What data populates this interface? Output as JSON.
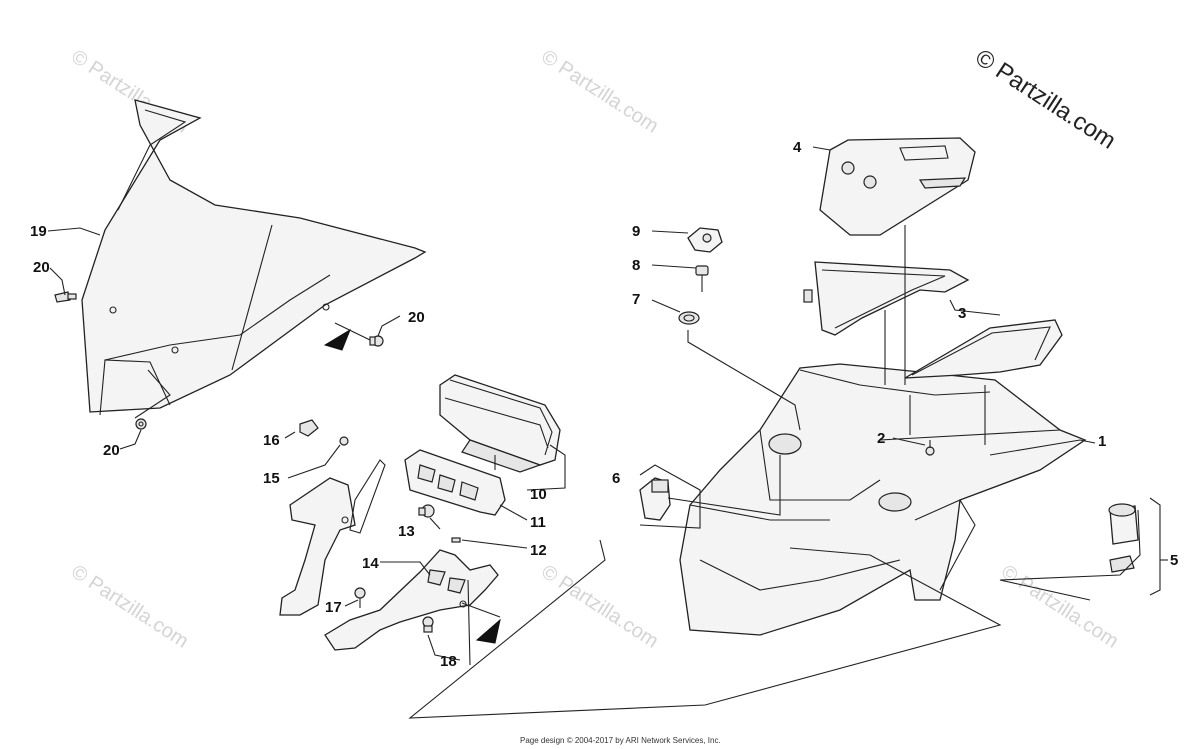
{
  "copyright": "© Partzilla.com",
  "watermark": "© Partzilla.com",
  "footer": "Page design © 2004-2017 by ARI Network Services, Inc.",
  "callouts": {
    "c1": "1",
    "c2": "2",
    "c3": "3",
    "c4": "4",
    "c5": "5",
    "c6": "6",
    "c7": "7",
    "c8": "8",
    "c9": "9",
    "c10": "10",
    "c11": "11",
    "c12": "12",
    "c13": "13",
    "c14": "14",
    "c15": "15",
    "c16": "16",
    "c17": "17",
    "c18": "18",
    "c19": "19",
    "c20a": "20",
    "c20b": "20",
    "c20c": "20"
  }
}
